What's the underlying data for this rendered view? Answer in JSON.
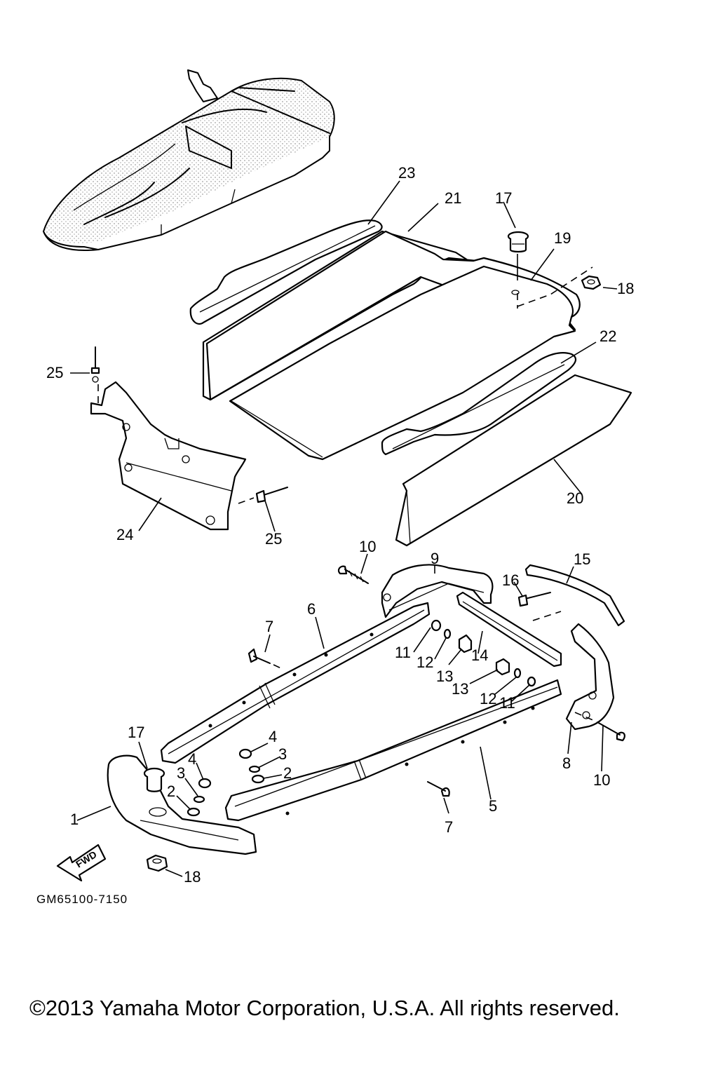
{
  "diagram": {
    "code": "GM65100-7150",
    "copyright": "©2013 Yamaha Motor Corporation, U.S.A. All rights reserved.",
    "fwd_label": "FWD",
    "callouts": {
      "c1": "1",
      "c2a": "2",
      "c2b": "2",
      "c3a": "3",
      "c3b": "3",
      "c4a": "4",
      "c4b": "4",
      "c5": "5",
      "c6": "6",
      "c7a": "7",
      "c7b": "7",
      "c8": "8",
      "c9": "9",
      "c10a": "10",
      "c10b": "10",
      "c11a": "11",
      "c11b": "11",
      "c12a": "12",
      "c12b": "12",
      "c13a": "13",
      "c13b": "13",
      "c14": "14",
      "c15": "15",
      "c16": "16",
      "c17a": "17",
      "c17b": "17",
      "c18a": "18",
      "c18b": "18",
      "c19": "19",
      "c20": "20",
      "c21": "21",
      "c22": "22",
      "c23": "23",
      "c24": "24",
      "c25a": "25",
      "c25b": "25"
    }
  }
}
